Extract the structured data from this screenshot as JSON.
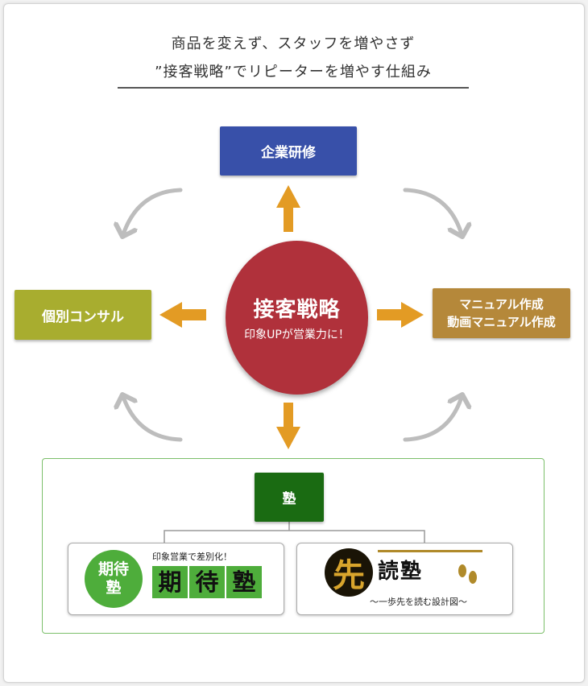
{
  "header": {
    "title_line1": "商品を変えず、スタッフを増やさず",
    "title_line2": "”接客戦略”でリピーターを増やす仕組み"
  },
  "nodes": {
    "top": "企業研修",
    "left": "個別コンサル",
    "right_line1": "マニュアル作成",
    "right_line2": "動画マニュアル作成",
    "bottom": "塾"
  },
  "center": {
    "title": "接客戦略",
    "subtitle": "印象UPが営業力に！"
  },
  "programs": {
    "kitai": {
      "circle_line1": "期待",
      "circle_line2": "塾",
      "tagline": "印象営業で差別化！",
      "chars": [
        "期",
        "待",
        "塾"
      ]
    },
    "sendoku": {
      "mark": "先",
      "name": "読塾",
      "tagline": "〜一歩先を読む設計図〜"
    }
  },
  "colors": {
    "top_box": "#3850a9",
    "left_box": "#a8ad2f",
    "right_box": "#b5883a",
    "bottom_box": "#1a6b12",
    "center_circle": "#b0313b",
    "arrow": "#e39b24",
    "cycle_arrow": "#bdbdbd",
    "group_border": "#7bbf6a",
    "kitai_green": "#4ead3b"
  }
}
